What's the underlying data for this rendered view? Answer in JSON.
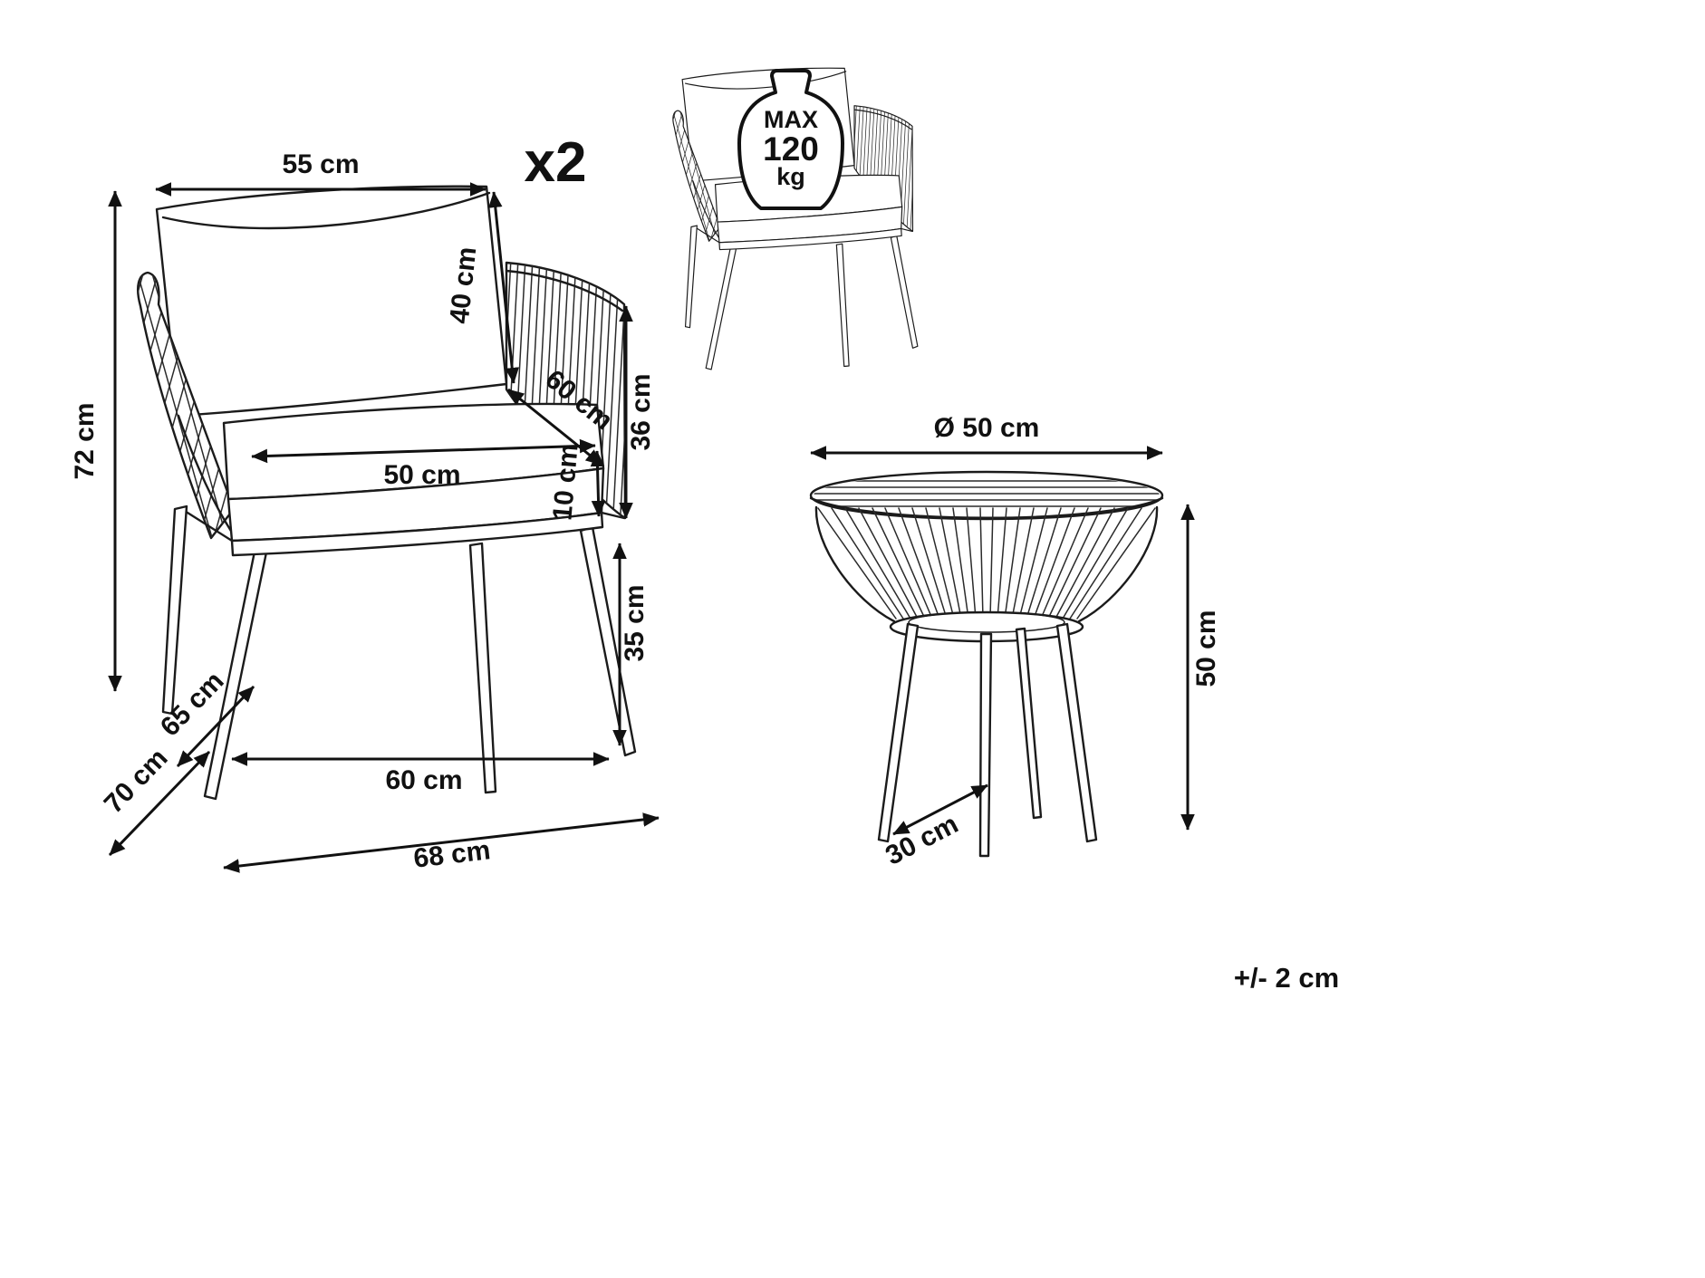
{
  "figure": {
    "quantity_badge": "x2",
    "tolerance_note": "+/- 2 cm"
  },
  "chair": {
    "dimensions": {
      "back_width": "55 cm",
      "backrest_height": "40 cm",
      "overall_height": "72 cm",
      "seat_diagonal_depth": "60 cm",
      "armrest_to_seat_height": "36 cm",
      "seat_width": "50 cm",
      "cushion_thickness": "10 cm",
      "seat_height": "35 cm",
      "seat_depth": "65 cm",
      "overall_depth": "70 cm",
      "front_width": "60 cm",
      "overall_width": "68 cm"
    }
  },
  "max_load": {
    "line1": "MAX",
    "line2": "120",
    "line3": "kg"
  },
  "table": {
    "dimensions": {
      "diameter": "Ø 50 cm",
      "height": "50 cm",
      "leg_spread": "30 cm"
    }
  }
}
